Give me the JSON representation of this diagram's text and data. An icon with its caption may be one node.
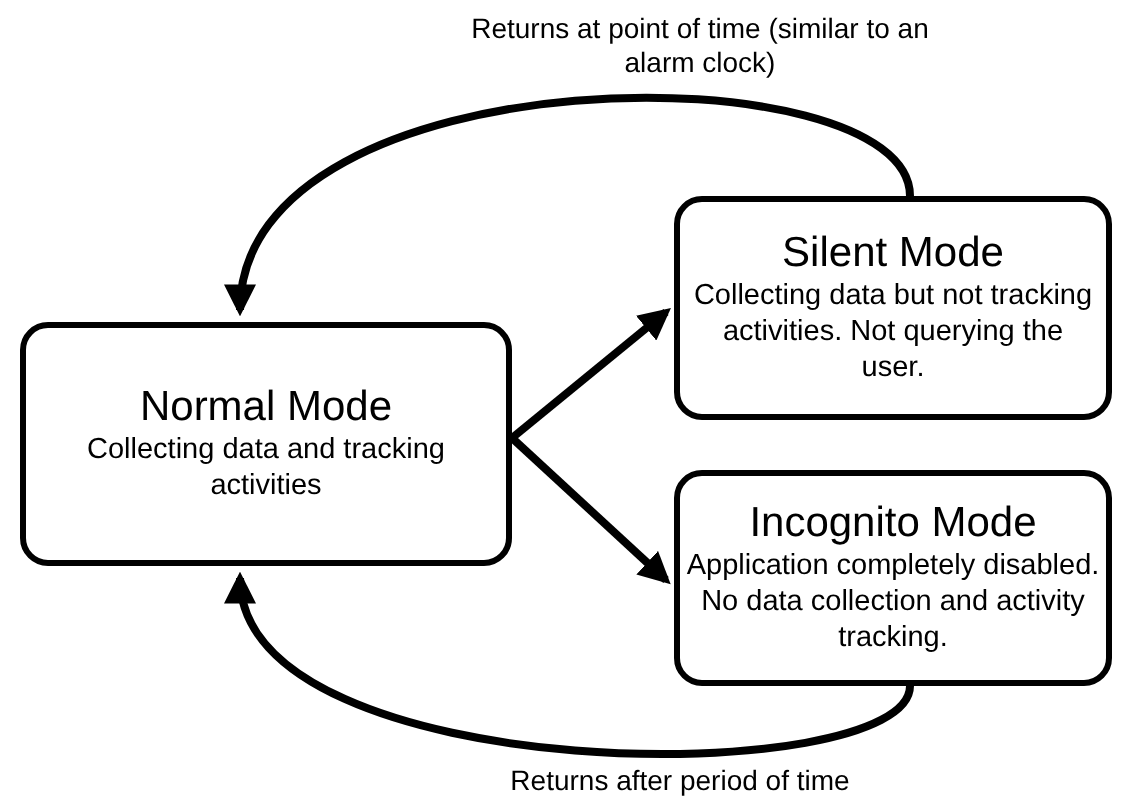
{
  "diagram": {
    "nodes": [
      {
        "text": [
          "Normal Mode",
          "Collecting data and tracking activities"
        ]
      },
      {
        "text": [
          "Silent Mode",
          "Collecting data but not tracking activities. Not querying the user."
        ]
      },
      {
        "text": [
          "Incognito Mode",
          "Application completely disabled. No data collection and activity tracking."
        ]
      }
    ],
    "edges": [
      {
        "from": 0,
        "to": 1,
        "arrow": "to"
      },
      {
        "from": 0,
        "to": 2,
        "arrow": "to"
      },
      {
        "from": 1,
        "to": 0,
        "arrow": "to",
        "label": "Returns at point of time (similar to an alarm clock)"
      },
      {
        "from": 2,
        "to": 0,
        "arrow": "to",
        "label": "Returns after period of time"
      }
    ]
  }
}
